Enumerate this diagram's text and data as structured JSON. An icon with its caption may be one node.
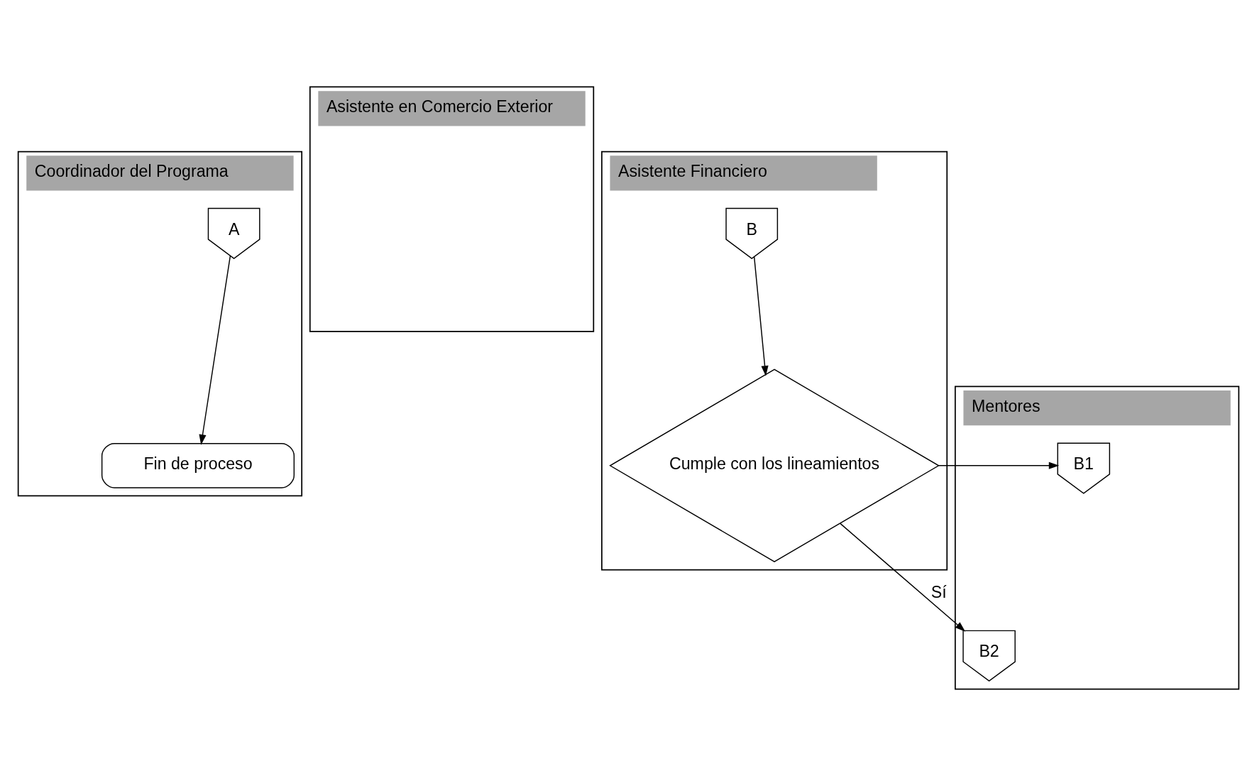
{
  "diagram": {
    "nodes": [
      {
        "text": [
          "Coordinador del Programa"
        ]
      },
      {
        "text": [
          "Asistente en Comercio Exterior"
        ]
      },
      {
        "text": [
          "Asistente Financiero"
        ]
      },
      {
        "text": [
          "Mentores"
        ]
      },
      {
        "text": [
          "A"
        ],
        "in": 0
      },
      {
        "text": [
          "Fin de proceso"
        ],
        "in": 0
      },
      {
        "text": [
          "B"
        ],
        "in": 2
      },
      {
        "text": [
          "Cumple con los lineamientos"
        ],
        "in": 2
      },
      {
        "text": [
          "B1"
        ],
        "in": 3
      },
      {
        "text": [
          "B2"
        ],
        "in": 3
      }
    ],
    "edges": [
      {
        "from": 4,
        "to": 5,
        "arrow": "to"
      },
      {
        "from": 6,
        "to": 7,
        "arrow": "to"
      },
      {
        "from": 7,
        "to": 8,
        "arrow": "to"
      },
      {
        "from": 7,
        "to": 9,
        "arrow": "to",
        "label": "Sí"
      }
    ]
  }
}
